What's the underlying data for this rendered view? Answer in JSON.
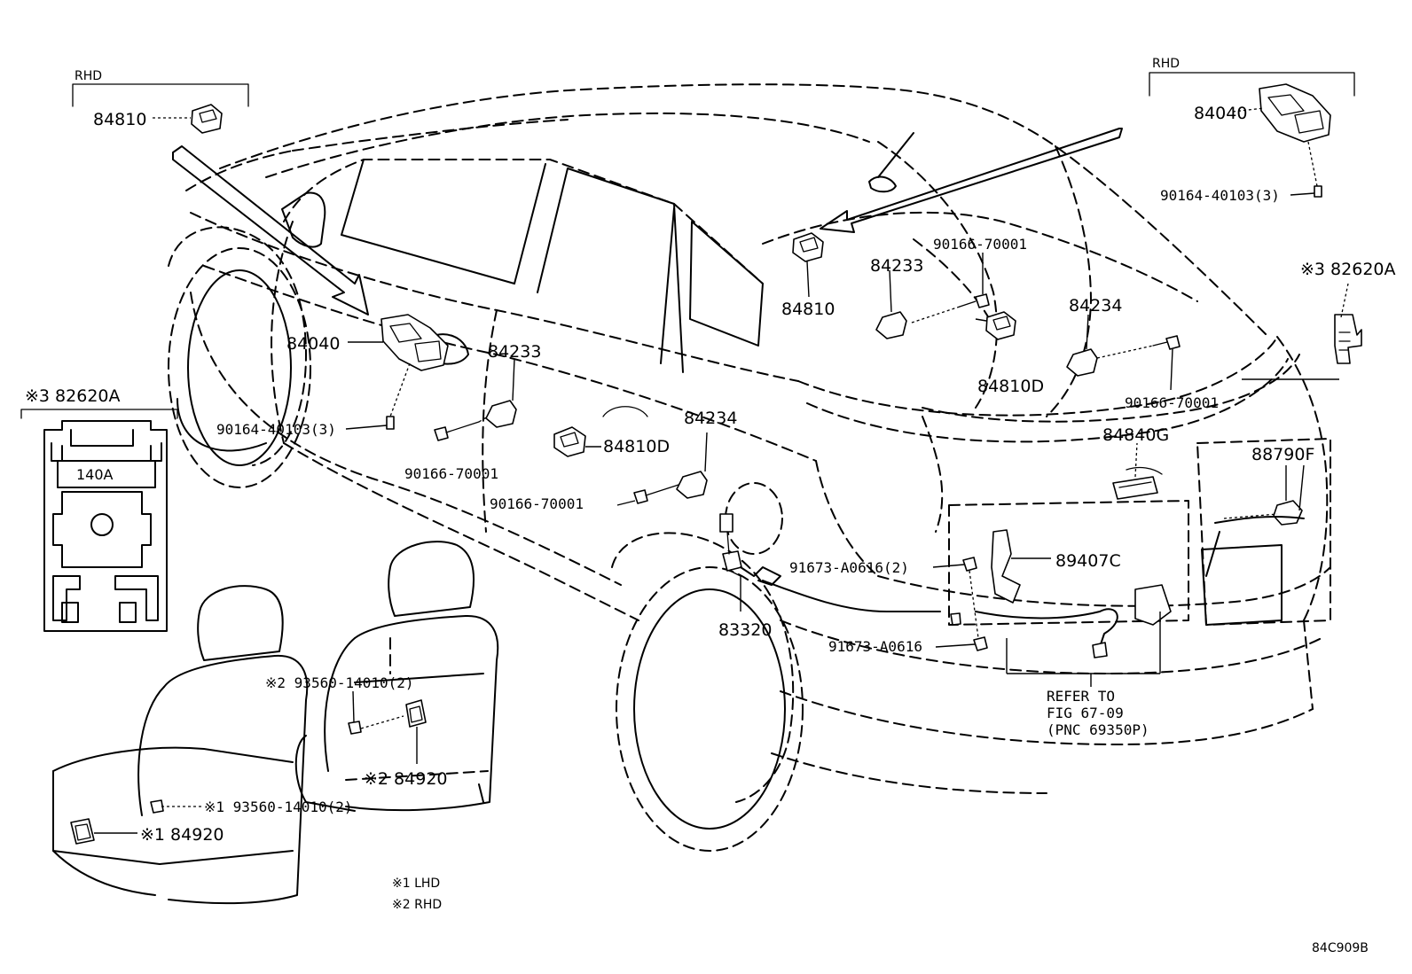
{
  "diagram_code": "84C909B",
  "rhd_boxes": {
    "left_title": "RHD",
    "right_title": "RHD"
  },
  "legend": {
    "note1": "※1 LHD",
    "note2": "※2 RHD"
  },
  "reference": {
    "line1": "REFER TO",
    "line2": "FIG 67-09",
    "line3": "(PNC 69350P)"
  },
  "relay_box": {
    "title": "※3 82620A",
    "slot_label": "140A"
  },
  "labels": {
    "p84810_rhd": "84810",
    "p84040_rhd": "84040",
    "p90164_rhd": "90164-40103(3)",
    "p82620A_right": "※3 82620A",
    "p84040_left": "84040",
    "p90164_left": "90164-40103(3)",
    "p90166_a": "90166-70001",
    "p84233_a": "84233",
    "p84810D_a": "84810D",
    "p84234_a": "84234",
    "p90166_b": "90166-70001",
    "p84810_mid": "84810",
    "p84233_b": "84233",
    "p90166_c": "90166-70001",
    "p84234_b": "84234",
    "p84810D_b": "84810D",
    "p90166_d": "90166-70001",
    "p84840G": "84840G",
    "p88790F": "88790F",
    "p89407C": "89407C",
    "p91673_2": "91673-A0616(2)",
    "p91673": "91673-A0616",
    "p83320": "83320",
    "p93560_2": "※2 93560-14010(2)",
    "p84920_2": "※2 84920",
    "p93560_1": "※1 93560-14010(2)",
    "p84920_1": "※1 84920"
  }
}
